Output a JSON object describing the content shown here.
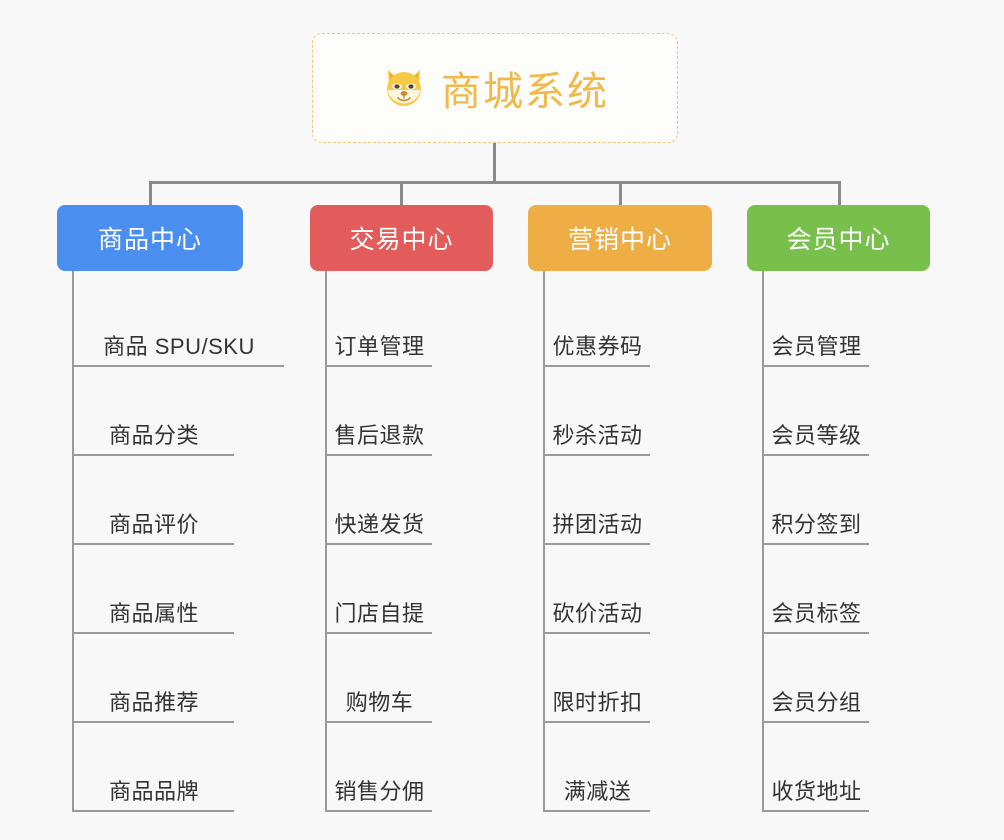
{
  "diagram": {
    "title": "商城系统",
    "root": {
      "label": "商城系统",
      "icon": "shiba-dog-face",
      "icon_glyph": "🐶",
      "text_color": "#f0b949",
      "border_color": "#f0c674",
      "background": "#fdfdfb"
    },
    "background": "#f8f8f8",
    "connector_color": "#8a8a8a",
    "leaf_line_color": "#9a9a9a",
    "leaf_text_color": "#333333",
    "branches": [
      {
        "label": "商品中心",
        "color": "#4a8ef0",
        "items": [
          "商品 SPU/SKU",
          "商品分类",
          "商品评价",
          "商品属性",
          "商品推荐",
          "商品品牌"
        ]
      },
      {
        "label": "交易中心",
        "color": "#e25c5c",
        "items": [
          "订单管理",
          "售后退款",
          "快递发货",
          "门店自提",
          "购物车",
          "销售分佣"
        ]
      },
      {
        "label": "营销中心",
        "color": "#eeae45",
        "items": [
          "优惠券码",
          "秒杀活动",
          "拼团活动",
          "砍价活动",
          "限时折扣",
          "满减送"
        ]
      },
      {
        "label": "会员中心",
        "color": "#78c04b",
        "items": [
          "会员管理",
          "会员等级",
          "积分签到",
          "会员标签",
          "会员分组",
          "收货地址"
        ]
      }
    ]
  }
}
